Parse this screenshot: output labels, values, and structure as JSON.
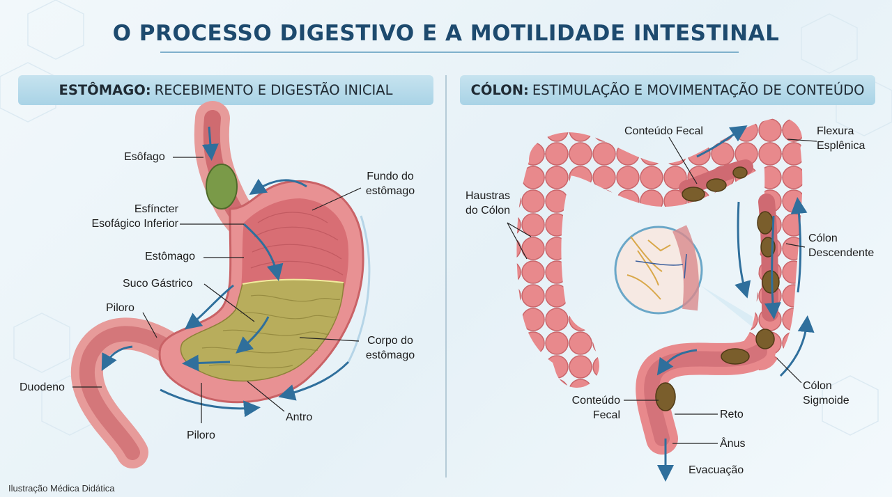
{
  "title": "O PROCESSO DIGESTIVO E A MOTILIDADE INTESTINAL",
  "left_panel": {
    "header_bold": "ESTÔMAGO:",
    "header_rest": "RECEBIMENTO E DIGESTÃO INICIAL",
    "labels": {
      "esofago": "Esôfago",
      "esfincter_l1": "Esfíncter",
      "esfincter_l2": "Esofágico Inferior",
      "estomago": "Estômago",
      "suco_gastrico": "Suco Gástrico",
      "piloro_top": "Piloro",
      "duodeno": "Duodeno",
      "piloro_bottom": "Piloro",
      "antro": "Antro",
      "fundo_l1": "Fundo do",
      "fundo_l2": "estômago",
      "corpo_l1": "Corpo do",
      "corpo_l2": "estômago"
    }
  },
  "right_panel": {
    "header_bold": "CÓLON:",
    "header_rest": "ESTIMULAÇÃO E MOVIMENTAÇÃO DE CONTEÚDO",
    "labels": {
      "conteudo_fecal_top": "Conteúdo Fecal",
      "flexura_l1": "Flexura",
      "flexura_l2": "Esplênica",
      "haustras_l1": "Haustras",
      "haustras_l2": "do Cólon",
      "colon_desc_l1": "Cólon",
      "colon_desc_l2": "Descendente",
      "colon_sig_l1": "Cólon",
      "colon_sig_l2": "Sigmoide",
      "conteudo_fecal_bottom_l1": "Conteúdo",
      "conteudo_fecal_bottom_l2": "Fecal",
      "reto": "Reto",
      "anus": "Ânus",
      "evacuacao": "Evacuação"
    }
  },
  "credit": "Ilustração Médica Didática",
  "colors": {
    "title": "#1d4a6e",
    "header_bg": "#b5dbeb",
    "tissue": "#e8888a",
    "tissue_dark": "#c85f63",
    "mucosa": "#d9777c",
    "gastric_juice": "#b3a95a",
    "feces": "#7a5e2c",
    "arrow": "#2f6f9c"
  }
}
